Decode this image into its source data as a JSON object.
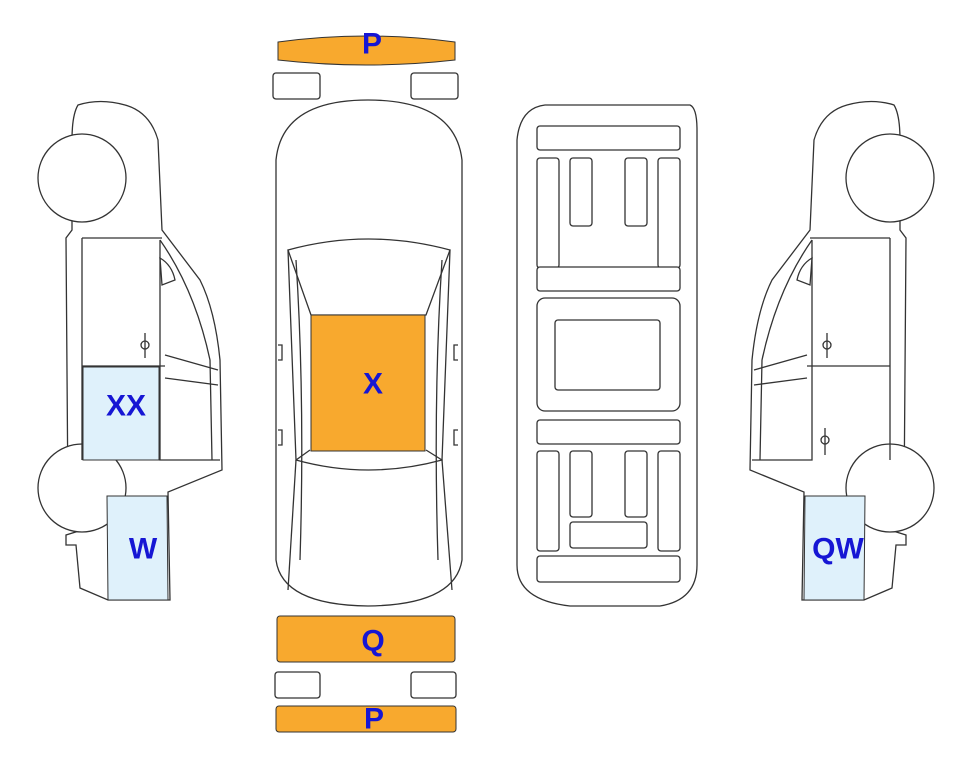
{
  "colors": {
    "damage_major": "#f8a92e",
    "damage_minor": "#dff1fb",
    "label_text": "#1616d4",
    "outline": "#333333"
  },
  "labels": {
    "front_bumper_top": "P",
    "roof": "X",
    "rear_trunk": "Q",
    "rear_bumper": "P",
    "left_door_rear": "XX",
    "left_rear_quarter": "W",
    "right_rear_quarter": "QW"
  }
}
